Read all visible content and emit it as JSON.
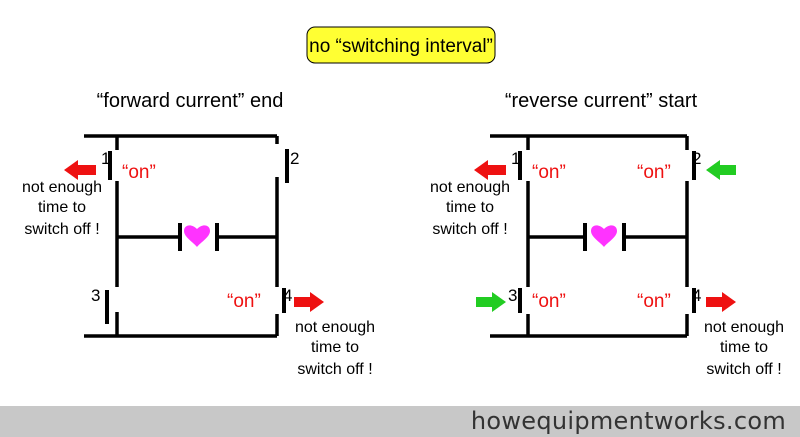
{
  "banner": "no “switching interval”",
  "colors": {
    "banner_fill": "#ffff33",
    "on_label": "#ee1111",
    "red_arrow": "#ee1111",
    "green_arrow": "#22cc22",
    "heart": "#ff33ff",
    "wire": "#000000"
  },
  "left_circuit": {
    "title": "“forward current” end",
    "switch_numbers": [
      "1",
      "2",
      "3",
      "4"
    ],
    "on_labels": [
      "“on”",
      "“on”"
    ],
    "note_left": [
      "not enough",
      "time to",
      "switch off !"
    ],
    "note_right": [
      "not enough",
      "time to",
      "switch off !"
    ],
    "arrows": [
      "red-arrow-left",
      "red-arrow-right"
    ],
    "heart_icon": "heart-icon"
  },
  "right_circuit": {
    "title": "“reverse current” start",
    "switch_numbers": [
      "1",
      "2",
      "3",
      "4"
    ],
    "on_labels": [
      "“on”",
      "“on”",
      "“on”",
      "“on”"
    ],
    "note_left": [
      "not enough",
      "time to",
      "switch off !"
    ],
    "note_right": [
      "not enough",
      "time to",
      "switch off !"
    ],
    "arrows": [
      "red-arrow-left",
      "green-arrow-left",
      "green-arrow-right",
      "red-arrow-right"
    ],
    "heart_icon": "heart-icon"
  },
  "footer": "howequipmentworks.com"
}
